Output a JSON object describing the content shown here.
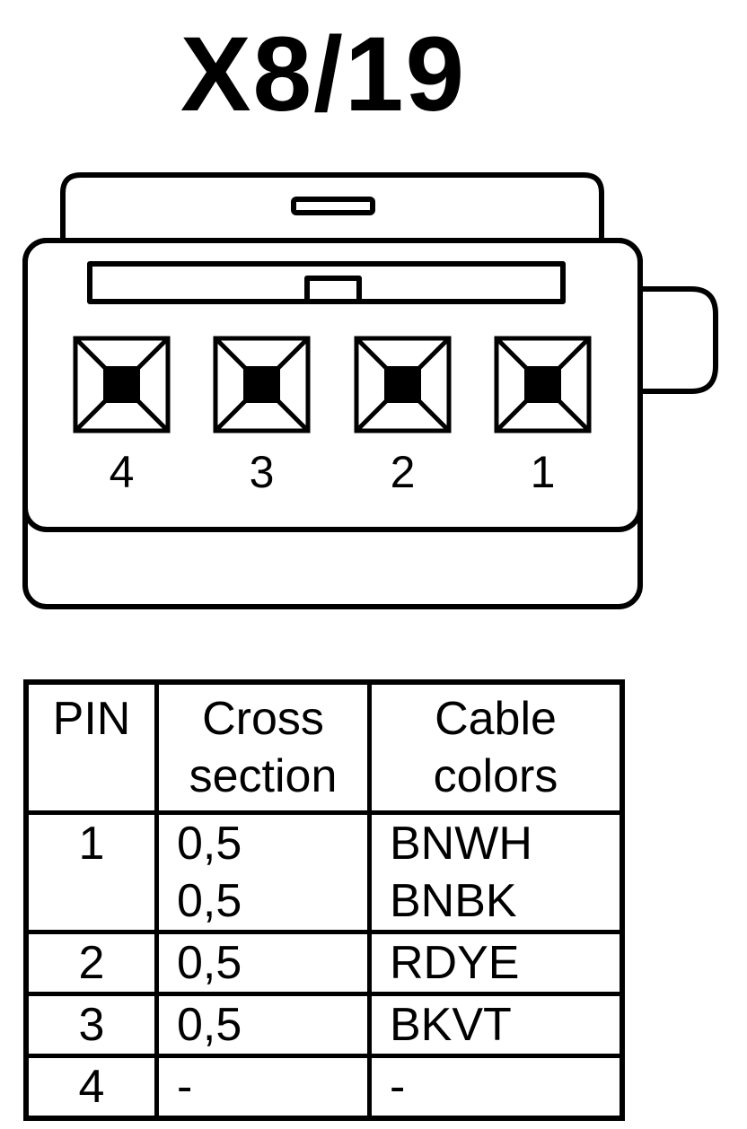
{
  "title": "X8/19",
  "connector": {
    "pin_labels": [
      "4",
      "3",
      "2",
      "1"
    ]
  },
  "table": {
    "headers": {
      "pin": "PIN",
      "cross_line1": "Cross",
      "cross_line2": "section",
      "cable_line1": "Cable",
      "cable_line2": "colors"
    },
    "rows": [
      {
        "pin": "1",
        "cross": [
          "0,5",
          "0,5"
        ],
        "colors": [
          "BNWH",
          "BNBK"
        ]
      },
      {
        "pin": "2",
        "cross": [
          "0,5"
        ],
        "colors": [
          "RDYE"
        ]
      },
      {
        "pin": "3",
        "cross": [
          "0,5"
        ],
        "colors": [
          "BKVT"
        ]
      },
      {
        "pin": "4",
        "cross": [
          "-"
        ],
        "colors": [
          "-"
        ]
      }
    ]
  }
}
